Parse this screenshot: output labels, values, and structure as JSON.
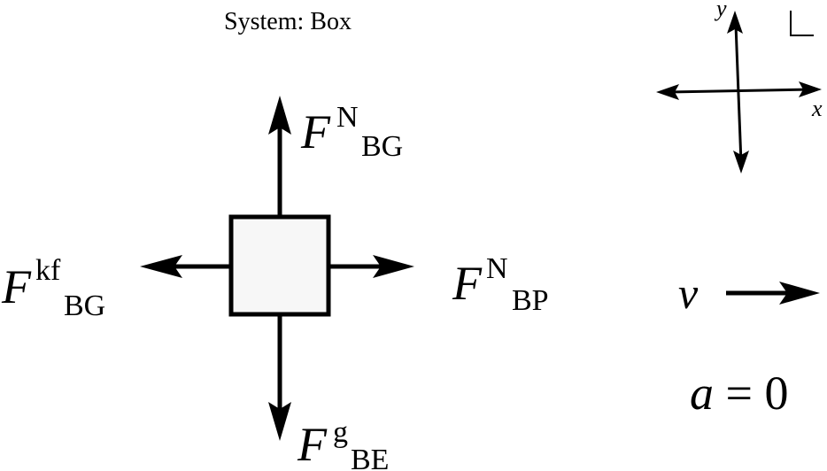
{
  "title": "System: Box",
  "forces": {
    "up": {
      "base": "F",
      "sup": "N",
      "sub": "BG"
    },
    "left": {
      "base": "F",
      "sup": "kf",
      "sub": "BG"
    },
    "right": {
      "base": "F",
      "sup": "N",
      "sub": "BP"
    },
    "down": {
      "base": "F",
      "sup": "g",
      "sub": "BE"
    }
  },
  "axes": {
    "x": "x",
    "y": "y"
  },
  "velocity": {
    "symbol": "v"
  },
  "acceleration": {
    "text": "a = 0"
  },
  "colors": {
    "ink": "#000000",
    "box_fill": "#f7f7f7"
  }
}
